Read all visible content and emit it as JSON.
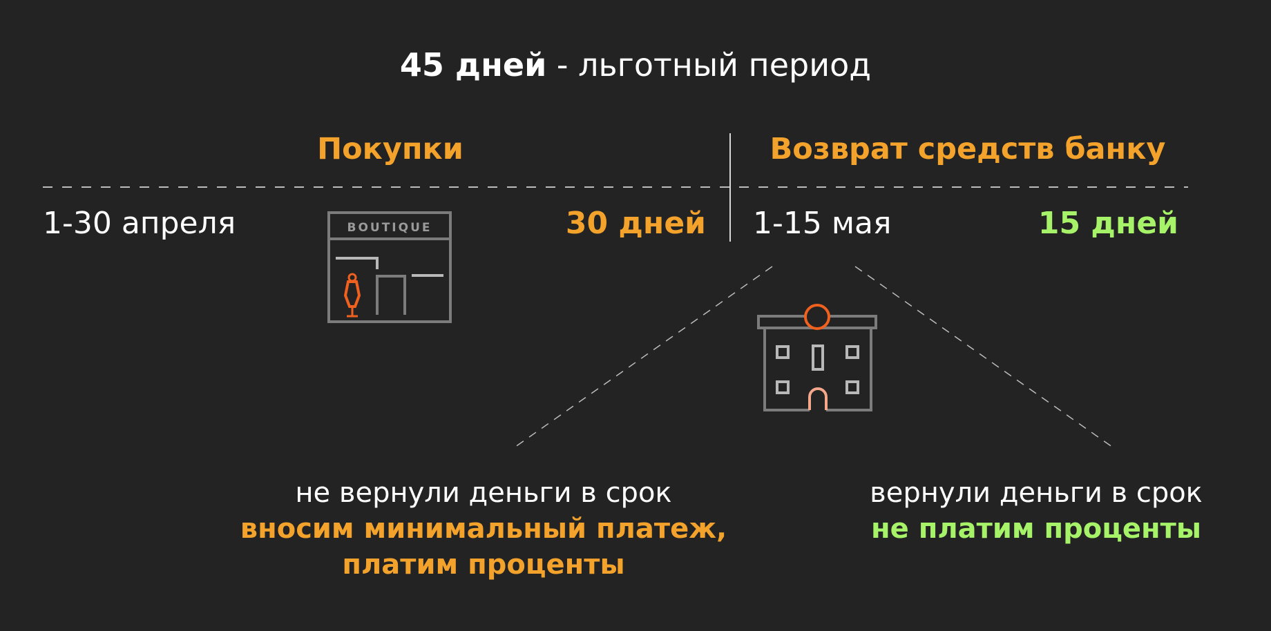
{
  "title": {
    "bold": "45 дней",
    "rest": " - льготный период"
  },
  "purchases": {
    "heading": "Покупки",
    "dates": "1-30 апреля",
    "days": "30 дней"
  },
  "repayment": {
    "heading": "Возврат средств банку",
    "dates": "1-15 мая",
    "days": "15 дней"
  },
  "boutique_icon": {
    "sign": "BOUTIQUE"
  },
  "outcomes": {
    "late": {
      "condition": "не вернули деньги в срок",
      "line1": "вносим минимальный платеж,",
      "line2": "платим проценты"
    },
    "on_time": {
      "condition": "вернули деньги в срок",
      "line1": "не платим проценты"
    }
  },
  "colors": {
    "background": "#232323",
    "orange": "#f3a22c",
    "green": "#a6f36a",
    "icon_gray": "#7c7c7c",
    "icon_accent": "#f0601e",
    "text": "#ffffff"
  }
}
